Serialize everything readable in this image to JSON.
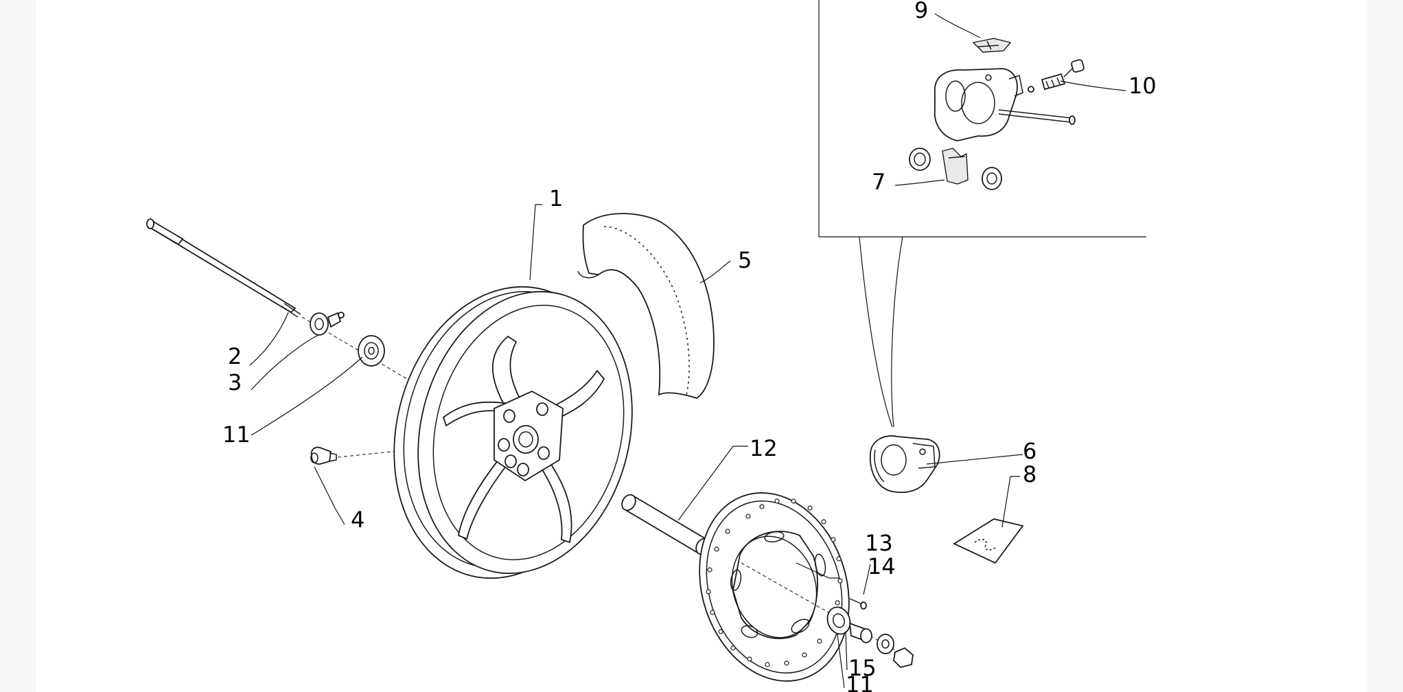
{
  "callouts": {
    "c1": "1",
    "c2": "2",
    "c3": "3",
    "c4": "4",
    "c5": "5",
    "c6": "6",
    "c7": "7",
    "c8": "8",
    "c9": "9",
    "c10": "10",
    "c11_axle": "11",
    "c11_bottom": "11",
    "c12": "12",
    "c13": "13",
    "c14": "14",
    "c15": "15"
  }
}
